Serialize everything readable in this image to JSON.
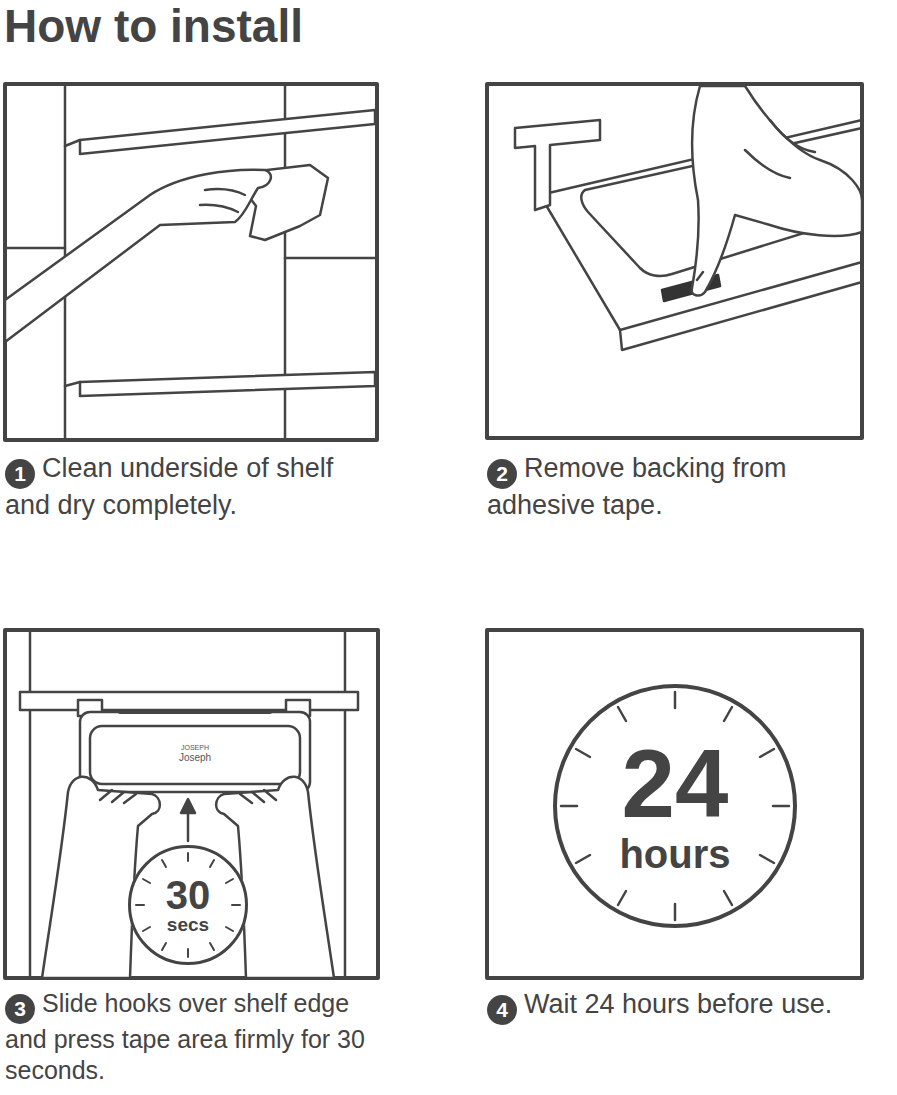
{
  "diagram": {
    "title": "How to install",
    "nodes": [
      {
        "text": [
          "1"
        ]
      },
      {
        "text": [
          "2"
        ]
      },
      {
        "text": [
          "30",
          "secs"
        ]
      },
      {
        "text": [
          "3"
        ]
      },
      {
        "text": [
          "24",
          "hours"
        ]
      },
      {
        "text": [
          "4"
        ]
      }
    ],
    "labels": [
      "Clean underside of shelf and dry completely.",
      "Remove backing from adhesive tape.",
      "JOSEPH",
      "Joseph",
      "Slide hooks over shelf edge and press tape area firmly for 30 seconds.",
      "Wait 24 hours before use."
    ]
  }
}
